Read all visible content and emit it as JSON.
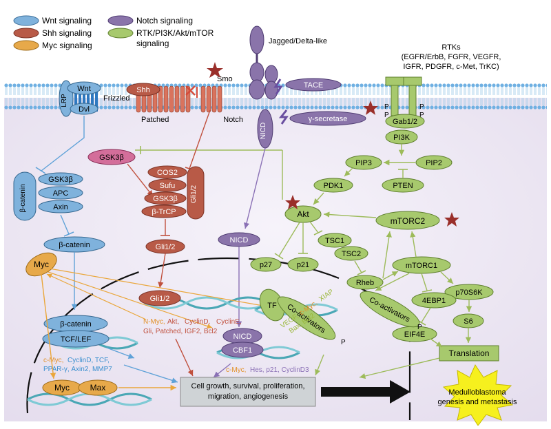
{
  "legend": [
    {
      "label": "Wnt signaling",
      "color": "#7fb2dc"
    },
    {
      "label": "Shh signaling",
      "color": "#b85a47"
    },
    {
      "label": "Myc signaling",
      "color": "#e7a94a"
    },
    {
      "label": "Notch signaling",
      "color": "#8a74aa"
    },
    {
      "label": "RTK/PI3K/Akt/mTOR",
      "color": "#a7c96d"
    },
    {
      "label": "signaling",
      "color": ""
    }
  ],
  "colors": {
    "wnt": "#7fb2dc",
    "shh": "#b85a47",
    "myc": "#e7a94a",
    "notch": "#8a74aa",
    "rtk": "#a7c96d",
    "green_text": "#9bb83a",
    "cell_bg": "#ece6f3",
    "membrane": "#77b3de",
    "star": "#9a2f2a"
  },
  "membrane": {
    "jagged": "Jagged/Delta-like",
    "rtks_title": "RTKs",
    "rtks_list1": "(EGFR/ErbB, FGFR, VEGFR,",
    "rtks_list2": "IGFR, PDGFR, c-Met, TrKC)",
    "tace": "TACE",
    "gamma": "γ-secretase",
    "notch": "Notch",
    "nicd": "NICD",
    "wnt": "Wnt",
    "lrp": "LRP",
    "frizzled": "Frizzled",
    "dvl": "Dvl",
    "shh": "Shh",
    "patched": "Patched",
    "smo": "Smo",
    "phospho": "P",
    "gab": "Gab1/2",
    "pi3k": "PI3K"
  },
  "cytoplasm": {
    "gsk_top": "GSK3β",
    "destruction": [
      "GSK3β",
      "APC",
      "Axin"
    ],
    "bcat_label": "β-catenin",
    "bcat_free": "β-catenin",
    "myc": "Myc",
    "cos2": "COS2",
    "sufu": "Sufu",
    "gsk_shh": "GSK3β",
    "btrcp": "β-TrCP",
    "gli_vert": "Gli1/2",
    "gli_cyto": "Gli1/2",
    "nicd_cyto": "NICD",
    "pip3": "PIP3",
    "pip2": "PIP2",
    "pdk1": "PDK1",
    "pten": "PTEN",
    "akt": "Akt",
    "mtorc2": "mTORC2",
    "tsc1": "TSC1",
    "tsc2": "TSC2",
    "p27": "p27",
    "p21": "p21",
    "rheb": "Rheb",
    "mtorc1": "mTORC1",
    "p70s6k": "p70S6K",
    "ebp1": "4EBP1",
    "s6": "S6",
    "eif4e": "EIF4E",
    "translation": "Translation",
    "coact_right": "Co-activators"
  },
  "nucleus": {
    "bcat": "β-catenin",
    "tcf": "TCF/LEF",
    "wnt_targets_1a": "c-Myc,",
    "wnt_targets_1b": "CyclinD, TCF,",
    "wnt_targets_2": "PPAR-γ, Axin2, MMP7",
    "myc": "Myc",
    "max": "Max",
    "gli": "Gli1/2",
    "shh_t1": [
      "N-Myc,",
      "Akt,",
      "CyclinD,",
      "CyclinE,"
    ],
    "shh_t2": "Gli, Patched, IGF2, Bcl2",
    "nicd": "NICD",
    "cbf1": "CBF1",
    "notch_t1": "c-Myc,",
    "notch_t2": "Hes, p21, CyclinD3",
    "tf": "TF",
    "coact": "Co-activators",
    "rtk_t1": [
      "VEGF,",
      "c-Myc,",
      "XIAP"
    ],
    "rtk_t2": "Bax, Bcl2",
    "phospho": "P",
    "outcome": [
      "Cell growth, survival, proliferation,",
      "migration, angiogenesis"
    ],
    "final": [
      "Medulloblastoma",
      "genesis and metastasis"
    ]
  }
}
